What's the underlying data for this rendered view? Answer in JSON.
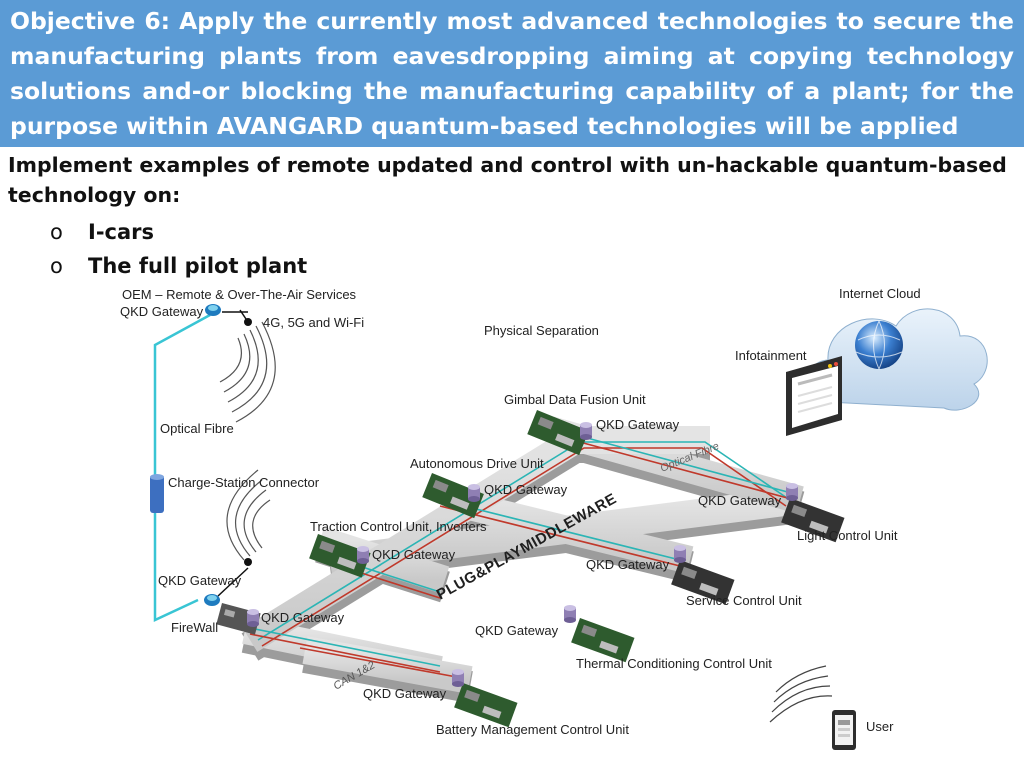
{
  "header": {
    "objective_line1": "Objective 6: Apply the currently most advanced technologies to secure the",
    "objective_line2": "manufacturing plants from eavesdropping aiming at copying technology",
    "objective_line3": "solutions and-or blocking the manufacturing capability of a plant; for the",
    "objective_line4": "purpose within AVANGARD quantum-based technologies will be applied"
  },
  "intro": "Implement examples of remote updated and control with un-hackable quantum-based technology on:",
  "bullets": [
    {
      "mark": "o",
      "text": "I-cars"
    },
    {
      "mark": "o",
      "text": "The full pilot plant"
    }
  ],
  "diagram": {
    "oem": "OEM – Remote & Over-The-Air Services",
    "qkd_oem": "QKD Gateway",
    "wireless": "4G, 5G and Wi-Fi",
    "optical_fibre": "Optical Fibre",
    "charge_station": "Charge-Station Connector",
    "qkd_firewall": "QKD Gateway",
    "firewall": "FireWall",
    "physical_separation": "Physical Separation",
    "internet_cloud": "Internet Cloud",
    "infotainment": "Infotainment",
    "gimbal": "Gimbal Data Fusion Unit",
    "qkd_gimbal": "QKD Gateway",
    "autonomous": "Autonomous Drive Unit",
    "qkd_autonomous": "QKD Gateway",
    "traction": "Traction Control Unit, Inverters",
    "qkd_traction": "QKD Gateway",
    "qkd_can": "QKD Gateway",
    "qkd_light": "QKD Gateway",
    "light": "Light Control Unit",
    "qkd_service": "QKD Gateway",
    "service": "Service Control Unit",
    "qkd_thermal": "QKD Gateway",
    "thermal": "Thermal Conditioning Control Unit",
    "qkd_battery": "QKD Gateway",
    "battery": "Battery Management Control Unit",
    "user": "User",
    "bus_label": "PLUG&PLAYMIDDLEWARE",
    "can_label": "CAN 1&2",
    "fibre_label": "Optical Fibre"
  }
}
